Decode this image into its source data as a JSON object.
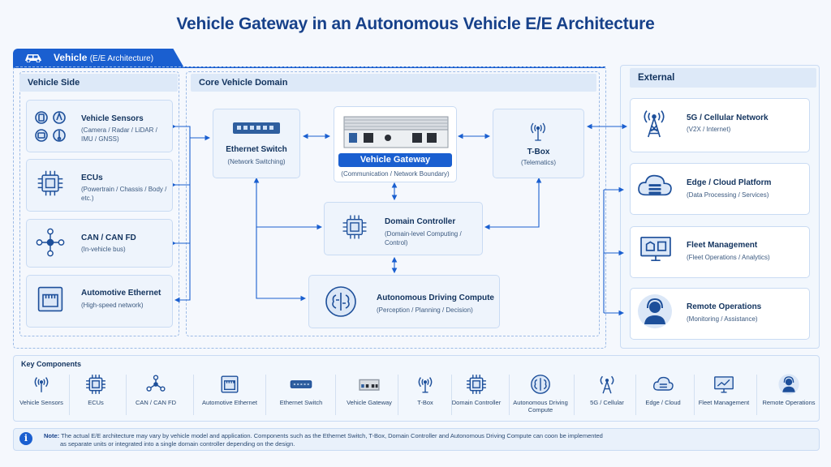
{
  "title": "Vehicle Gateway in an Autonomous Vehicle E/E Architecture",
  "vehicle_tab": {
    "label": "Vehicle",
    "sub": "(E/E Architecture)"
  },
  "vehicle_side": {
    "header": "Vehicle Side",
    "items": [
      {
        "title": "Vehicle Sensors",
        "sub": "(Camera / Radar / LiDAR / IMU / GNSS)"
      },
      {
        "title": "ECUs",
        "sub": "(Powertrain / Chassis / Body / etc.)"
      },
      {
        "title": "CAN / CAN FD",
        "sub": "(In-vehicle bus)"
      },
      {
        "title": "Automotive Ethernet",
        "sub": "(High-speed network)"
      }
    ]
  },
  "core": {
    "header": "Core Vehicle Domain",
    "ethernet_switch": {
      "title": "Ethernet Switch",
      "sub": "(Network Switching)"
    },
    "gateway": {
      "title": "Vehicle Gateway",
      "sub": "(Communication / Network Boundary)"
    },
    "tbox": {
      "title": "T-Box",
      "sub": "(Telematics)"
    },
    "domain_controller": {
      "title": "Domain Controller",
      "sub": "(Domain-level Computing / Control)"
    },
    "ad_compute": {
      "title": "Autonomous Driving Compute",
      "sub": "(Perception / Planning / Decision)"
    }
  },
  "external": {
    "header": "External",
    "items": [
      {
        "title": "5G / Cellular Network",
        "sub": "(V2X / Internet)"
      },
      {
        "title": "Edge / Cloud Platform",
        "sub": "(Data Processing / Services)"
      },
      {
        "title": "Fleet Management",
        "sub": "(Fleet Operations / Analytics)"
      },
      {
        "title": "Remote Operations",
        "sub": "(Monitoring / Assistance)"
      }
    ]
  },
  "key_components": {
    "header": "Key Components",
    "items": [
      {
        "label": "Vehicle Sensors",
        "icon": "sensor-icon"
      },
      {
        "label": "ECUs",
        "icon": "chip-icon"
      },
      {
        "label": "CAN / CAN FD",
        "icon": "bus-icon"
      },
      {
        "label": "Automotive Ethernet",
        "icon": "ethernet-port-icon"
      },
      {
        "label": "Ethernet Switch",
        "icon": "switch-icon"
      },
      {
        "label": "Vehicle Gateway",
        "icon": "gateway-device-icon"
      },
      {
        "label": "T-Box",
        "icon": "antenna-icon"
      },
      {
        "label": "Domain Controller",
        "icon": "chip-icon"
      },
      {
        "label": "Autonomous Driving Compute",
        "icon": "brain-icon"
      },
      {
        "label": "5G / Cellular",
        "icon": "tower-icon"
      },
      {
        "label": "Edge / Cloud",
        "icon": "cloud-icon"
      },
      {
        "label": "Fleet Management",
        "icon": "monitor-icon"
      },
      {
        "label": "Remote Operations",
        "icon": "operator-icon"
      }
    ]
  },
  "note": {
    "label": "Note:",
    "text": "The actual E/E architecture may vary by vehicle model and application. Components such as the Ethernet Switch, T-Box, Domain Controller and Autonomous Driving Compute can coon be implemented",
    "text2": "as separate units or integrated into a single domain controller depending on the design."
  },
  "colors": {
    "primary": "#1a5fd0",
    "navy": "#17418a",
    "card": "#eef4fc",
    "border": "#c9dbf3"
  }
}
